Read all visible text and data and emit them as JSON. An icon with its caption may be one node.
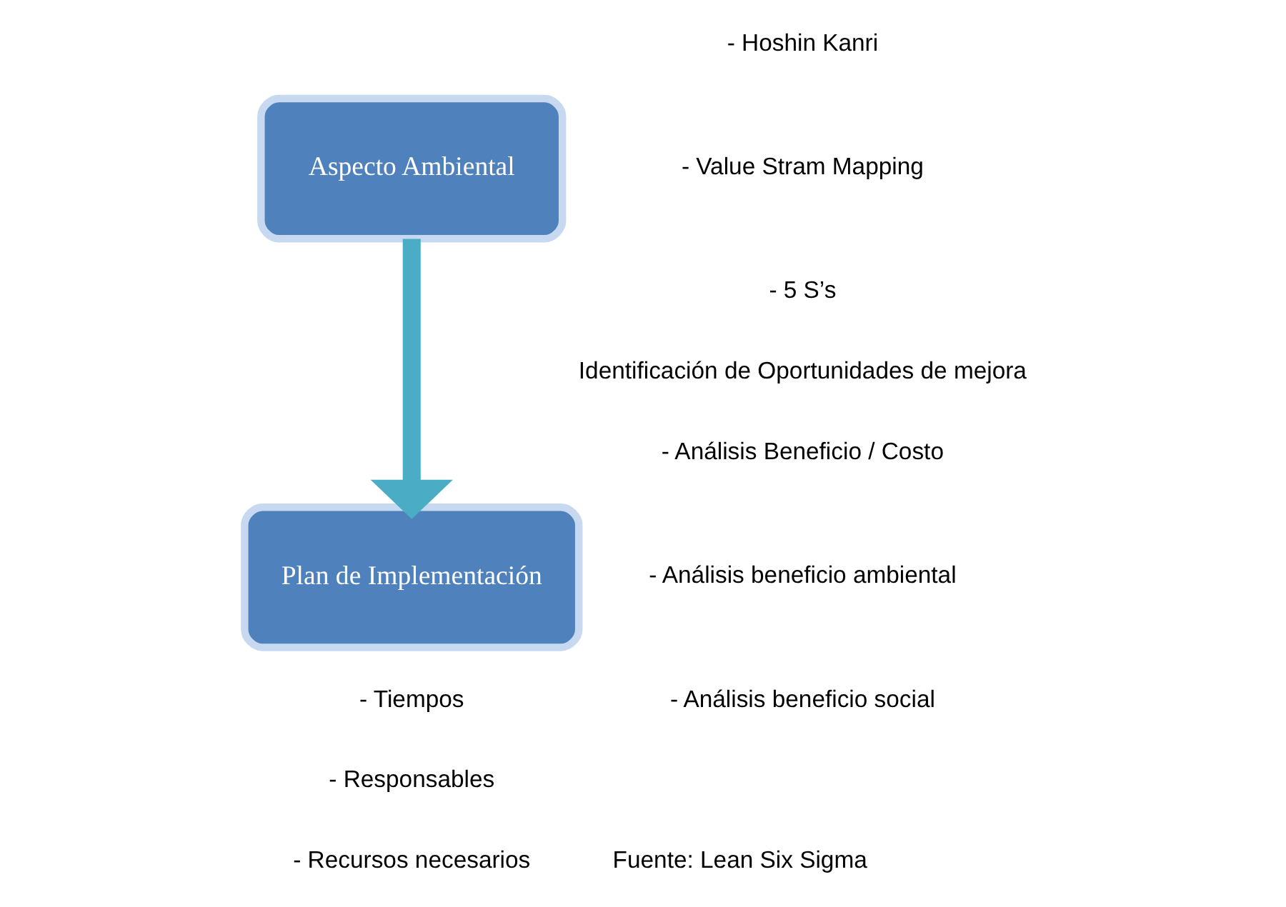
{
  "diagram": {
    "nodes": [
      {
        "text": [
          "Aspecto Ambiental"
        ]
      },
      {
        "text": [
          "Plan de Implementación"
        ]
      }
    ],
    "edges": [
      {
        "from": 0,
        "to": 1,
        "arrow": "to"
      }
    ],
    "labels": [
      "- Hoshin Kanri",
      "- Value Stram Mapping",
      "- 5 S’s",
      "Identificación de Oportunidades de mejora",
      "- Análisis Beneficio / Costo",
      "- Análisis beneficio ambiental",
      "- Análisis beneficio social",
      "- Tiempos",
      "- Responsables",
      "- Recursos necesarios",
      "Fuente: Lean Six Sigma"
    ]
  }
}
